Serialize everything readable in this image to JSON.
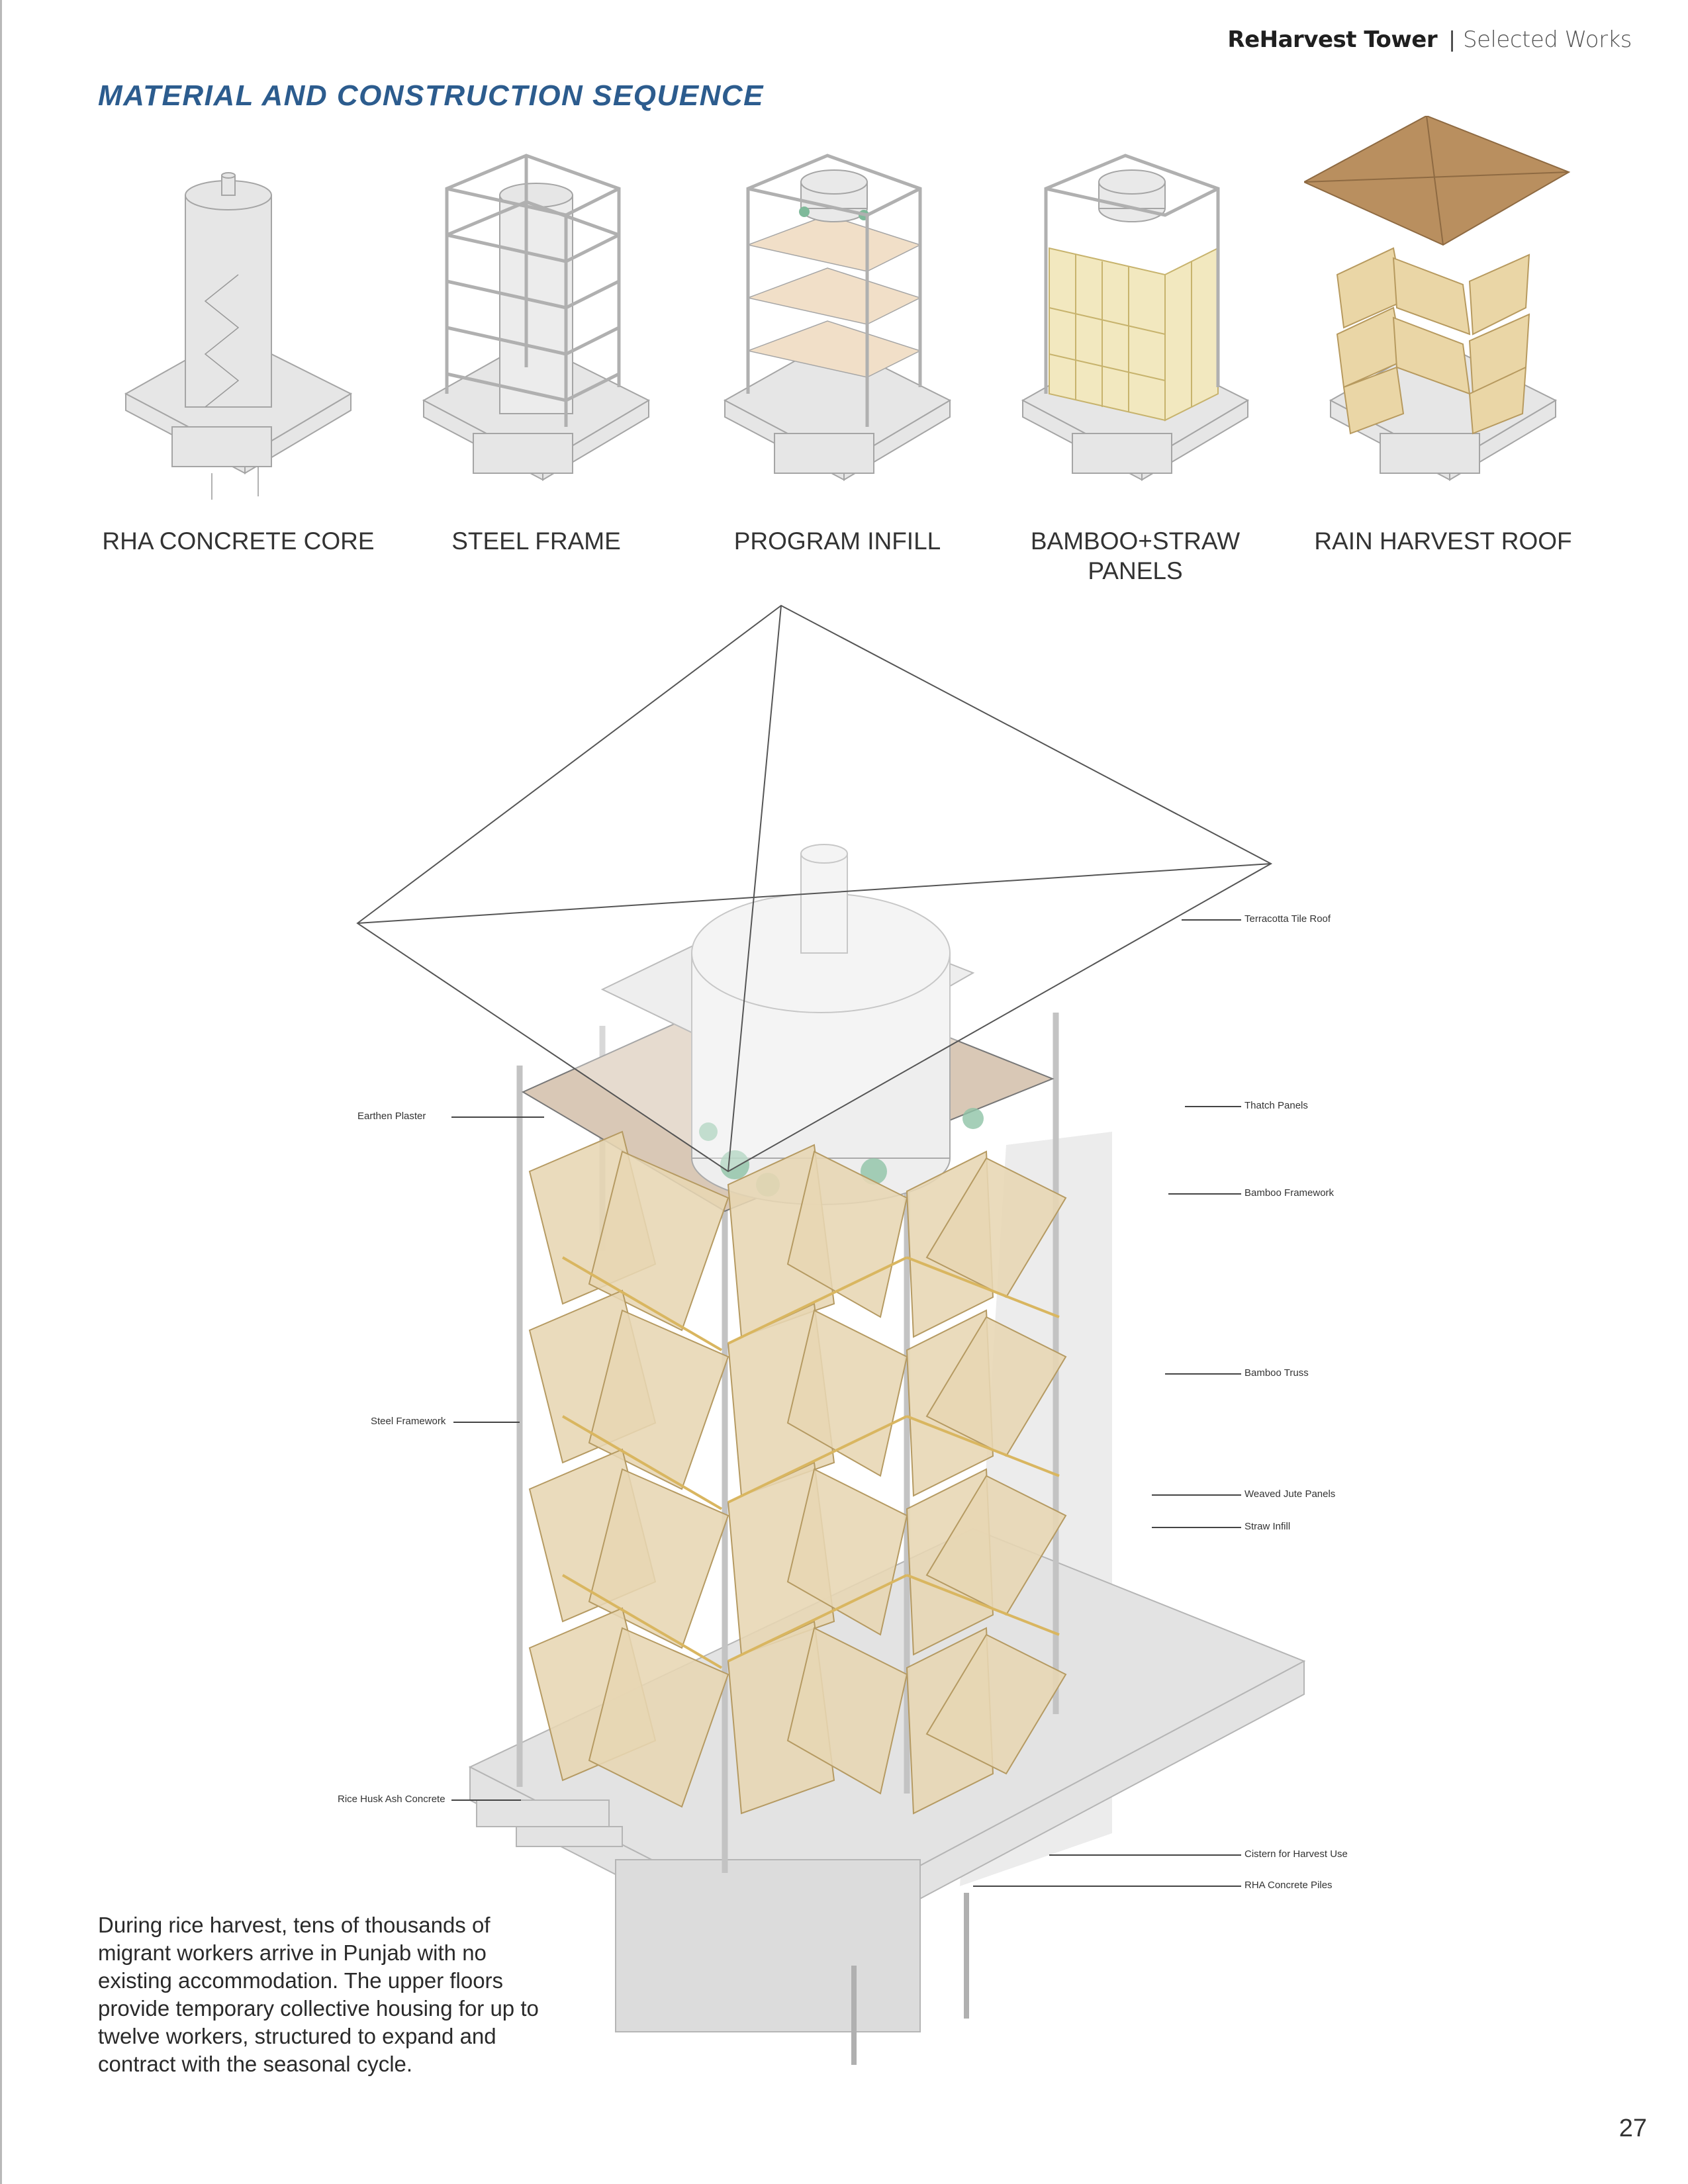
{
  "header": {
    "project": "ReHarvest Tower",
    "separator": "|",
    "section": "Selected Works"
  },
  "section_title": "MATERIAL AND CONSTRUCTION SEQUENCE",
  "sequence": [
    {
      "label": "RHA CONCRETE CORE"
    },
    {
      "label": "STEEL FRAME"
    },
    {
      "label": "PROGRAM INFILL"
    },
    {
      "label_line1": "BAMBOO+STRAW",
      "label_line2": "PANELS"
    },
    {
      "label": "RAIN HARVEST ROOF"
    }
  ],
  "callouts": {
    "terracotta_tile_roof": "Terracotta Tile Roof",
    "thatch_panels": "Thatch Panels",
    "bamboo_framework": "Bamboo Framework",
    "bamboo_truss": "Bamboo Truss",
    "weaved_jute_panels": "Weaved Jute Panels",
    "straw_infill": "Straw Infill",
    "cistern": "Cistern for Harvest Use",
    "rha_piles": "RHA Concrete Piles",
    "earthen_plaster": "Earthen Plaster",
    "steel_framework": "Steel Framework",
    "rice_husk_ash_concrete": "Rice Husk Ash Concrete"
  },
  "body_text": "During rice harvest, tens of thousands of migrant workers arrive in Punjab with no existing accommodation. The upper floors provide temporary collective housing for up to twelve workers, structured to expand and contract with the seasonal cycle.",
  "page_number": "27",
  "colors": {
    "title_blue": "#2c5c8e",
    "panel_straw": "#e8d9b8",
    "roof_terracotta": "#b98f5f",
    "line_gray": "#9a9a9a",
    "slab_gray": "#e3e3e3"
  }
}
